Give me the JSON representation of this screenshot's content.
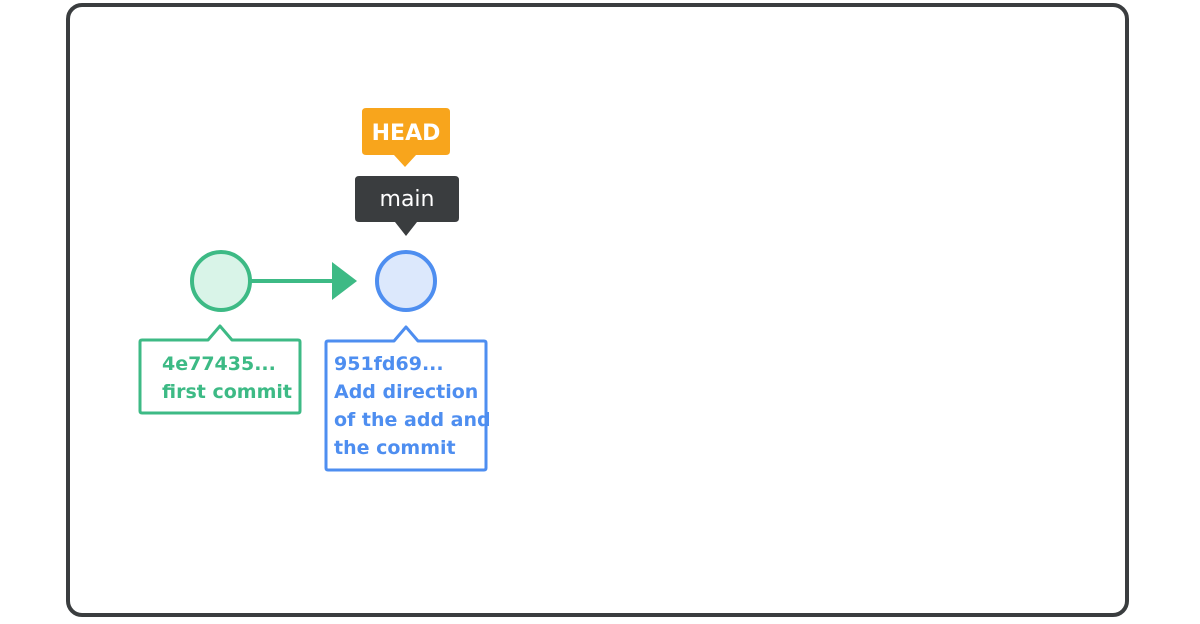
{
  "refs": {
    "head_label": "HEAD",
    "branch_label": "main"
  },
  "commits": [
    {
      "hash": "4e77435...",
      "message_lines": [
        "first commit"
      ]
    },
    {
      "hash": "951fd69...",
      "message_lines": [
        "Add direction",
        "of the add and",
        "the commit"
      ]
    }
  ],
  "colors": {
    "frame": "#3a3d3f",
    "first_commit": "#3dba85",
    "first_commit_fill": "#d9f4e8",
    "second_commit": "#4e8ef0",
    "second_commit_fill": "#dce8fc",
    "head": "#f8a51c",
    "branch": "#3a3d3f",
    "label_text": "#ffffff"
  }
}
